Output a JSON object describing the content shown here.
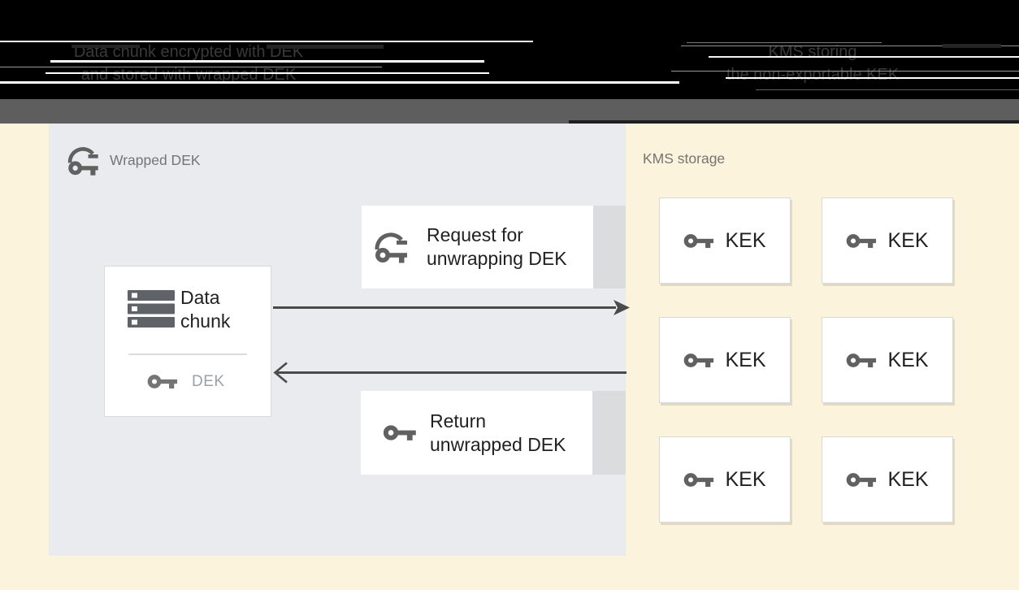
{
  "top_banner": {
    "caption_left_line1": "Data chunk encrypted with DEK",
    "caption_left_line2": "and stored with wrapped DEK",
    "caption_right_line1": "KMS storing",
    "caption_right_line2": "the non-exportable KEK"
  },
  "diagram": {
    "wrapped_panel": {
      "label": "Wrapped DEK",
      "icon": "wrapped-key-icon"
    },
    "data_chunk_box": {
      "line1": "Data",
      "line2": "chunk",
      "icon": "data-chunk-icon",
      "key_icon": "key-icon",
      "key_label": "DEK"
    },
    "request_box": {
      "line1": "Request for",
      "line2": "unwrapping DEK",
      "icon": "wrapped-key-icon"
    },
    "return_box": {
      "line1": "Return",
      "line2": "unwrapped DEK",
      "icon": "key-icon"
    },
    "arrows": {
      "to_kms": "arrow-right",
      "from_kms": "arrow-left"
    },
    "kms": {
      "label": "KMS storage",
      "keks": [
        {
          "label": "KEK",
          "icon": "key-icon"
        },
        {
          "label": "KEK",
          "icon": "key-icon"
        },
        {
          "label": "KEK",
          "icon": "key-icon"
        },
        {
          "label": "KEK",
          "icon": "key-icon"
        },
        {
          "label": "KEK",
          "icon": "key-icon"
        },
        {
          "label": "KEK",
          "icon": "key-icon"
        }
      ]
    }
  },
  "colors": {
    "background_cream": "#FBF3DB",
    "panel_bluegray": "#E9EBEF",
    "divider_bar_gray": "#5E5E5E",
    "top_band_black": "#000000",
    "icon_gray": "#616161",
    "text_dark": "#212124",
    "text_muted": "#757575",
    "arrow_gray": "#4A4A4A",
    "box_border": "#D7D9DB",
    "shadow_strip": "#DBDCDD"
  }
}
